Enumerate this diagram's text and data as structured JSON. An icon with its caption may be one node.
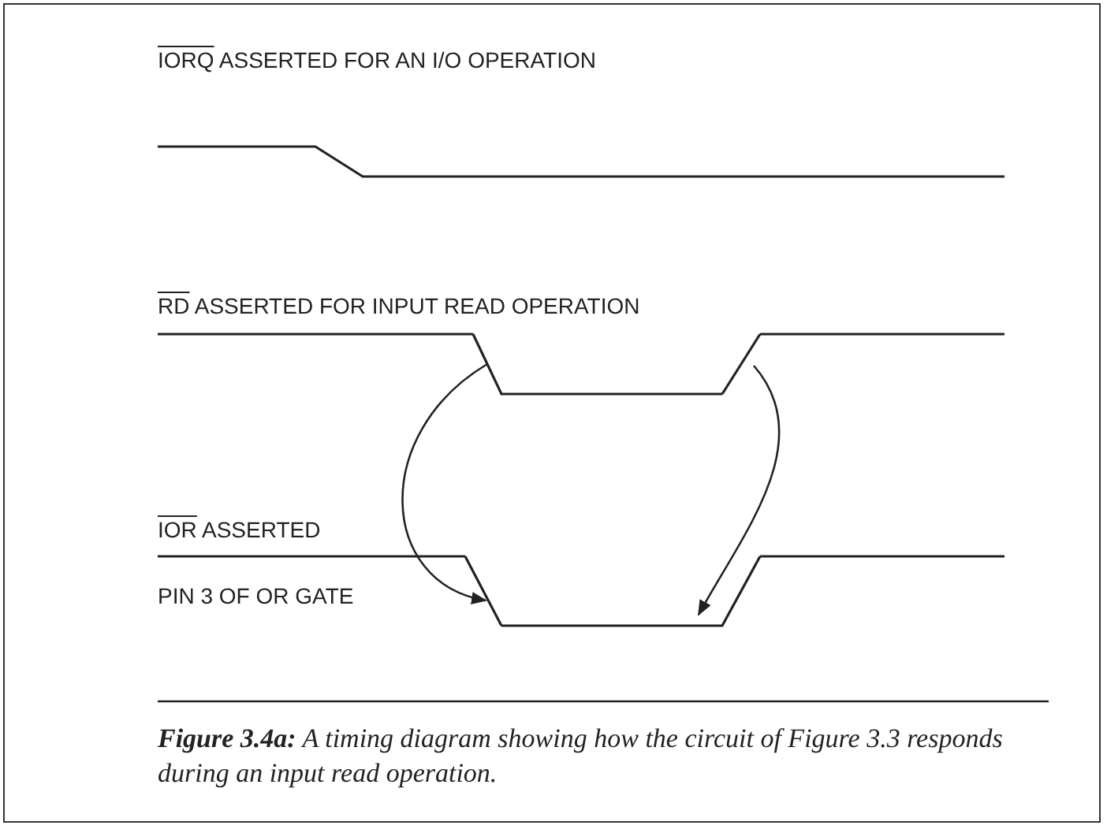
{
  "diagram": {
    "caption": "**Figure 3.4a:** A timing diagram showing how the circuit of Figure 3.3 responds during an input read operation.",
    "nodes": [
      {
        "text": [],
        "shape": "line"
      },
      {
        "text": [],
        "shape": "line"
      },
      {
        "text": [],
        "shape": "line"
      },
      {
        "text": [],
        "shape": "line"
      }
    ],
    "edges": [
      {
        "from": 0,
        "to": 1,
        "arrow": "to"
      },
      {
        "from": 2,
        "to": 3,
        "arrow": "to"
      }
    ],
    "labels": [
      "IORQ ASSERTED FOR AN I/O OPERATION",
      "RD ASSERTED FOR INPUT READ OPERATION",
      "IOR ASSERTED",
      "PIN 3 OF OR GATE"
    ]
  }
}
